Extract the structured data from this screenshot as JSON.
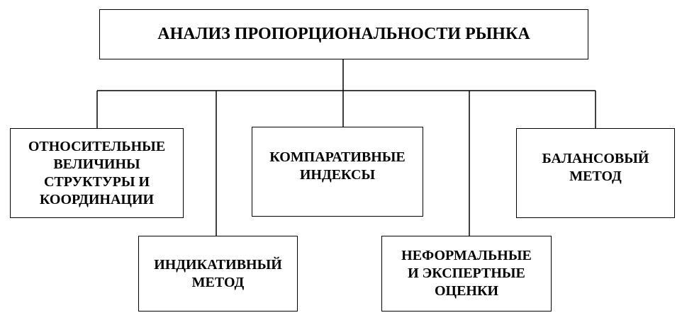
{
  "diagram": {
    "root": "АНАЛИЗ ПРОПОРЦИОНАЛЬНОСТИ РЫНКА",
    "branches": [
      "ОТНОСИТЕЛЬНЫЕ\nВЕЛИЧИНЫ\nСТРУКТУРЫ И\nКООРДИНАЦИИ",
      "ИНДИКАТИВНЫЙ\nМЕТОД",
      "КОМПАРАТИВНЫЕ\nИНДЕКСЫ",
      "НЕФОРМАЛЬНЫЕ\nИ ЭКСПЕРТНЫЕ\nОЦЕНКИ",
      "БАЛАНСОВЫЙ\nМЕТОД"
    ]
  }
}
